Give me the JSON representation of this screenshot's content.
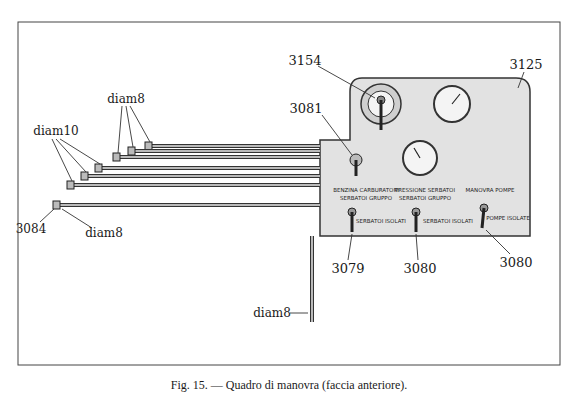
{
  "diagram": {
    "caption": "Fig. 15. — Quadro di manovra (faccia anteriore).",
    "labels": [
      "3154",
      "3125",
      "3081",
      "diam8",
      "diam10",
      "3084",
      "diam8",
      "BENZINA CARBURATORI",
      "PRESSIONE SERBATOI",
      "MANOVRA POMPE",
      "SERBATOI GRUPPO",
      "SERBATOI GRUPPO",
      "SERBATOI ISOLATI",
      "SERBATOI ISOLATI",
      "POMPE ISOLATE",
      "3079",
      "3080",
      "3080",
      "diam8"
    ]
  }
}
